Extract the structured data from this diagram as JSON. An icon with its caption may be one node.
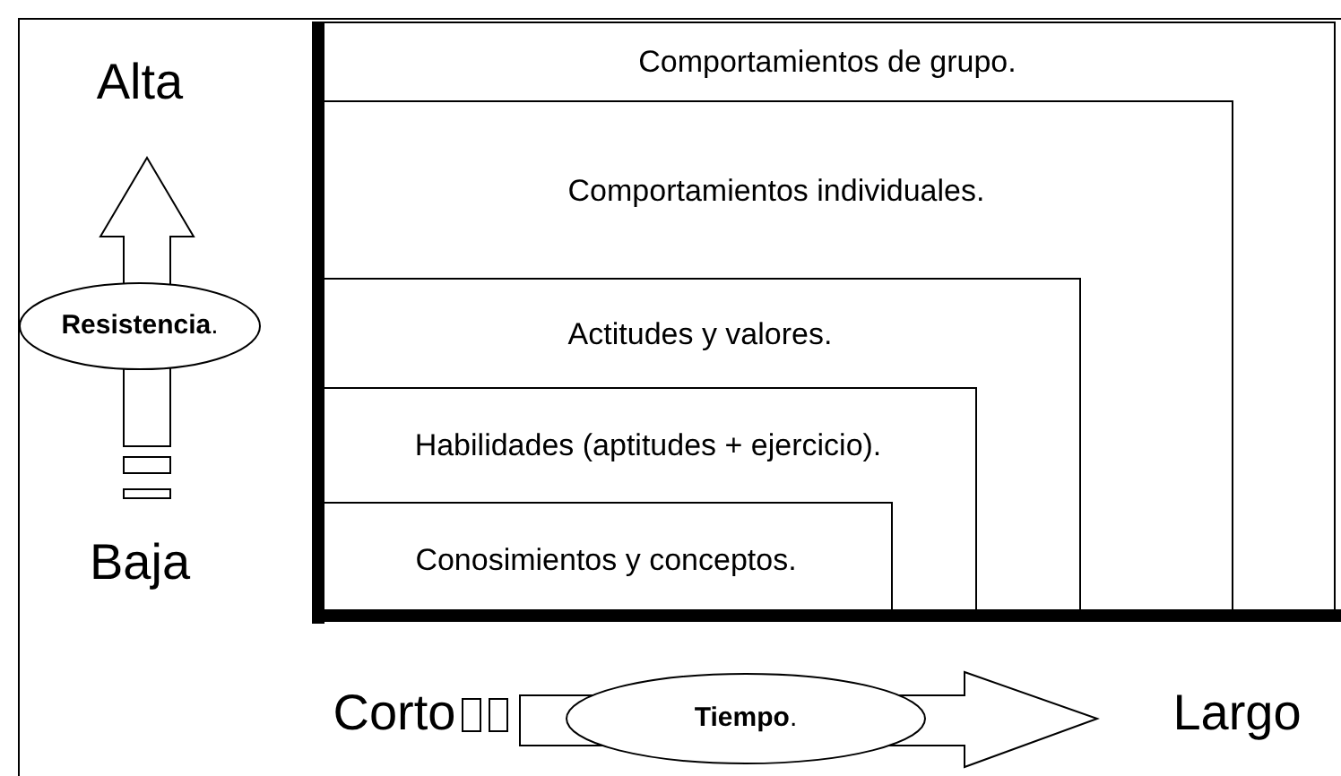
{
  "diagram": {
    "nodes": [
      {
        "text": [
          "Comportamientos de grupo."
        ]
      },
      {
        "text": [
          "Comportamientos individuales."
        ],
        "in": 0
      },
      {
        "text": [
          "Actitudes y valores."
        ],
        "in": 1
      },
      {
        "text": [
          "Habilidades (aptitudes + ejercicio)."
        ],
        "in": 2
      },
      {
        "text": [
          "Conosimientos y conceptos."
        ],
        "in": 3
      },
      {
        "text": [
          "**Resistencia**."
        ]
      },
      {
        "text": [
          "**Tiempo**."
        ]
      }
    ],
    "labels": [
      "Alta",
      "Baja",
      "Corto",
      "Largo"
    ]
  }
}
